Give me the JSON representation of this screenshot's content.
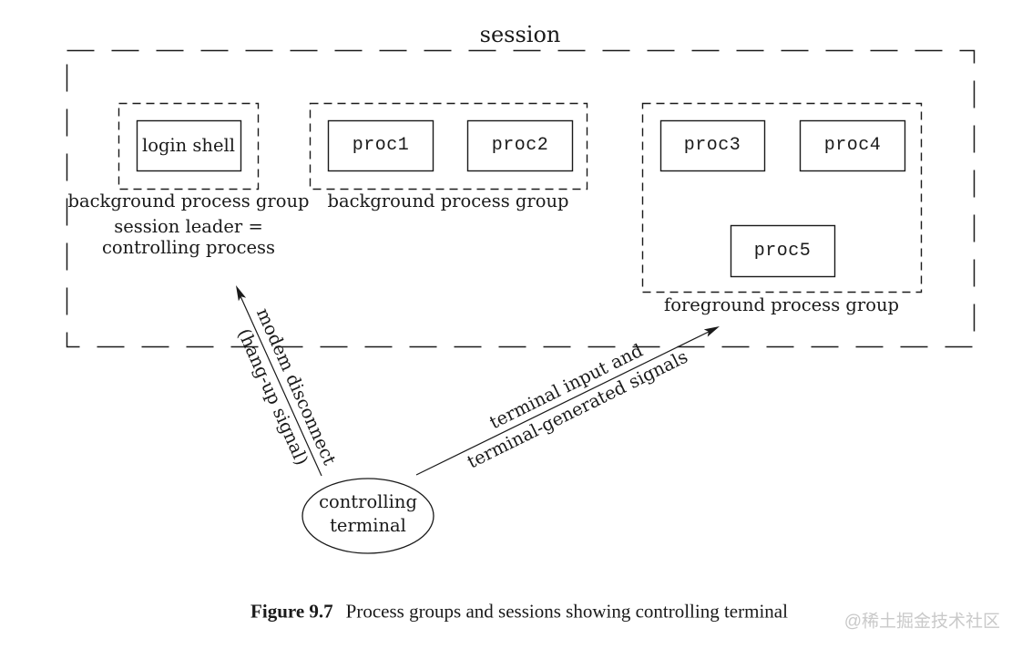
{
  "colors": {
    "ink": "#1a1a1a",
    "background": "#ffffff",
    "watermark": "#c9c9c9"
  },
  "session": {
    "label": "session"
  },
  "groups": [
    {
      "label": "background process group",
      "processes": [
        "login shell"
      ],
      "note_line1": "session leader =",
      "note_line2": "controlling process"
    },
    {
      "label": "background process group",
      "processes": [
        "proc1",
        "proc2"
      ]
    },
    {
      "label": "foreground process group",
      "processes": [
        "proc3",
        "proc4",
        "proc5"
      ]
    }
  ],
  "terminal": {
    "line1": "controlling",
    "line2": "terminal"
  },
  "arrows": {
    "left": {
      "line1": "modem disconnect",
      "line2": "(hang-up signal)"
    },
    "right": {
      "line1": "terminal input and",
      "line2": "terminal-generated signals"
    }
  },
  "caption": {
    "number": "Figure 9.7",
    "title": "Process groups and sessions showing controlling terminal"
  },
  "watermark": "@稀土掘金技术社区"
}
